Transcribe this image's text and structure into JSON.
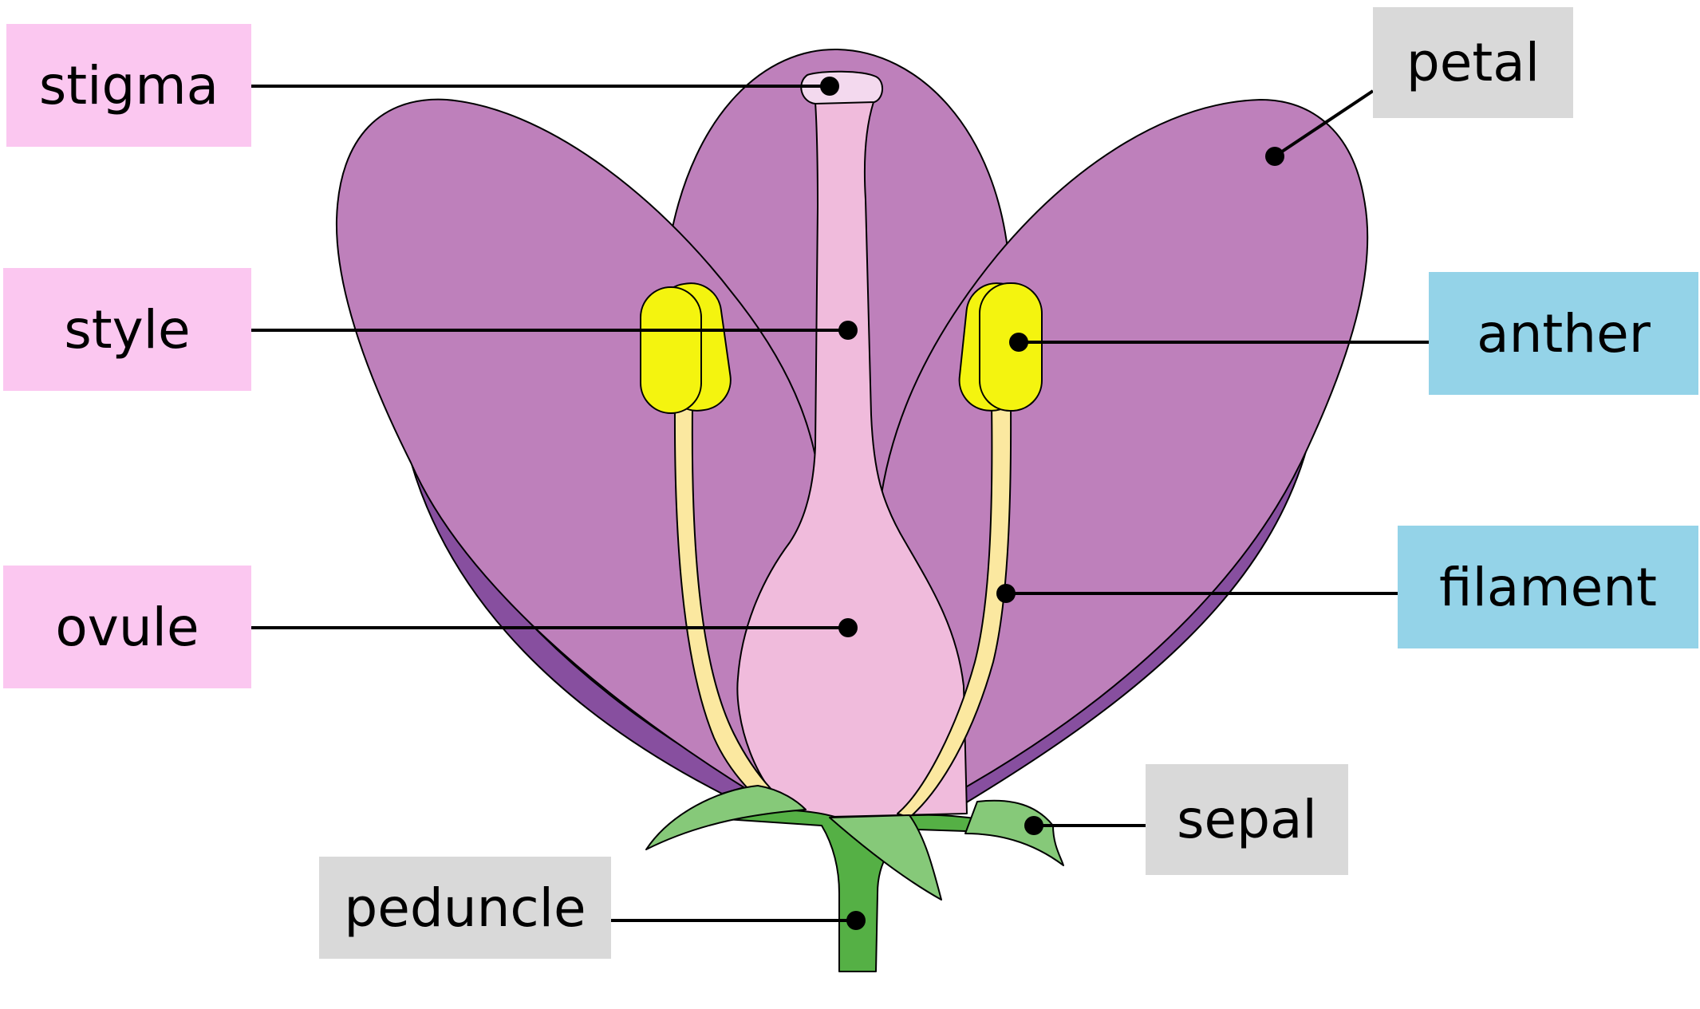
{
  "labels": {
    "stigma": "stigma",
    "style": "style",
    "ovule": "ovule",
    "peduncle": "peduncle",
    "petal": "petal",
    "anther": "anther",
    "filament": "filament",
    "sepal": "sepal"
  },
  "colors": {
    "pistil_label_bg": "#fbc7f0",
    "stamen_label_bg": "#94d3e8",
    "other_label_bg": "#d9d9d9",
    "petal_fill": "#be80bb",
    "petal_back_fill": "#874f9f",
    "pistil_fill": "#f0bbdc",
    "stigma_fill": "#f3d9ee",
    "anther_fill": "#f4f40f",
    "filament_fill": "#fbe8a0",
    "sepal_fill": "#86c979",
    "stem_fill": "#55b045"
  }
}
